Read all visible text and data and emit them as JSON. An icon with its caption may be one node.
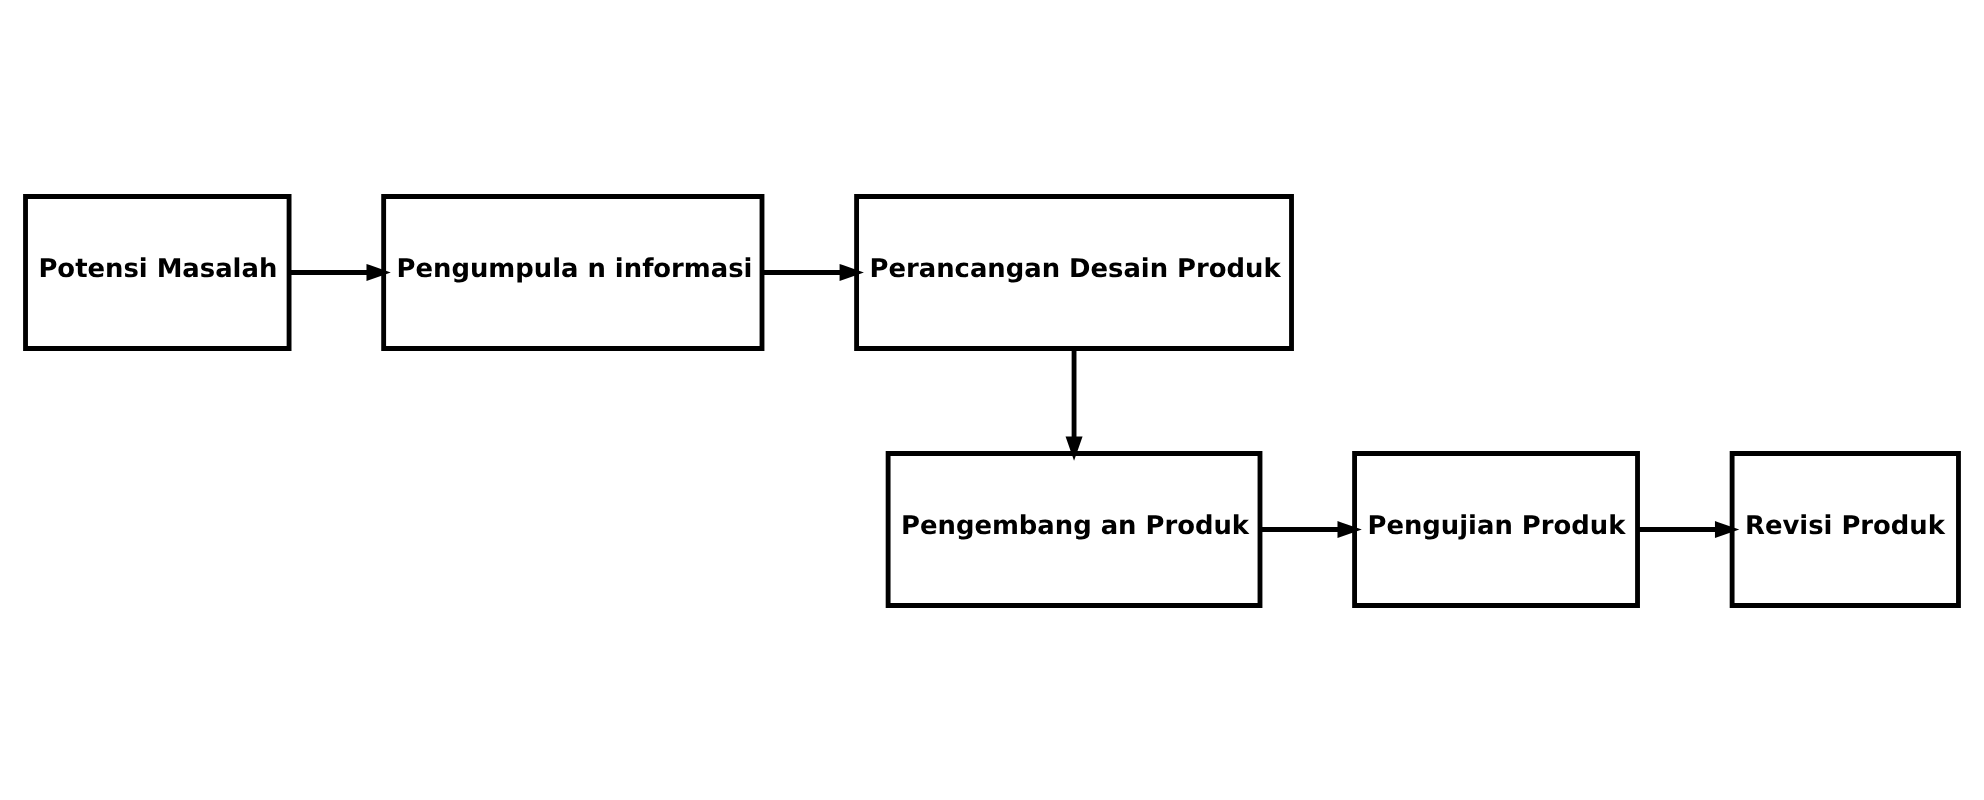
{
  "diagram": {
    "nodes": [
      {
        "text": [
          "Potensi Masalah"
        ]
      },
      {
        "text": [
          "Pengumpula n informasi"
        ]
      },
      {
        "text": [
          "Perancangan Desain Produk"
        ]
      },
      {
        "text": [
          "Pengembang an Produk"
        ]
      },
      {
        "text": [
          "Pengujian Produk"
        ]
      },
      {
        "text": [
          "Revisi Produk"
        ]
      }
    ],
    "edges": [
      {
        "from": 0,
        "to": 1,
        "arrow": "to"
      },
      {
        "from": 1,
        "to": 2,
        "arrow": "to"
      },
      {
        "from": 2,
        "to": 3,
        "arrow": "to"
      },
      {
        "from": 3,
        "to": 4,
        "arrow": "to"
      },
      {
        "from": 4,
        "to": 5,
        "arrow": "to"
      }
    ]
  }
}
